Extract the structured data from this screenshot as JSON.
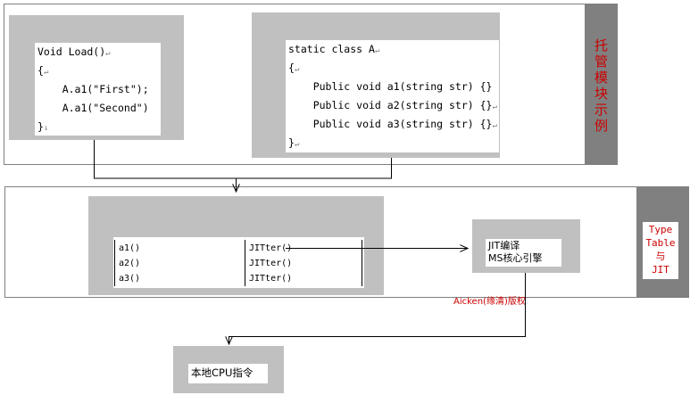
{
  "top_section": {
    "title_chars": [
      "托",
      "管",
      "模",
      "块",
      "示",
      "例"
    ],
    "load_code": {
      "lines": [
        "Void Load()",
        "{",
        "    A.a1(\"First\");",
        "    A.a1(\"Second\")",
        "}"
      ],
      "marks": [
        "↵",
        "↵",
        "",
        "",
        "↓"
      ]
    },
    "class_code": {
      "lines": [
        "static class A",
        "{",
        "    Public void a1(string str) {}",
        "    Public void a2(string str) {}",
        "    Public void a3(string str) {}",
        "}"
      ],
      "marks": [
        "↵",
        "↵",
        "",
        "↵",
        "↵",
        "↵"
      ]
    }
  },
  "middle_section": {
    "title_lines": [
      "Type",
      "Table",
      "与",
      "JIT"
    ],
    "table_rows": [
      {
        "method": "a1()",
        "stub": "JITter()"
      },
      {
        "method": "a2()",
        "stub": "JITter()"
      },
      {
        "method": "a3()",
        "stub": "JITter()"
      }
    ],
    "jit_box": {
      "line1": "JIT编译",
      "line2": "MS核心引擎"
    }
  },
  "copyright": "Aicken(缘清)版权",
  "cpu_box": {
    "label": "本地CPU指令"
  }
}
